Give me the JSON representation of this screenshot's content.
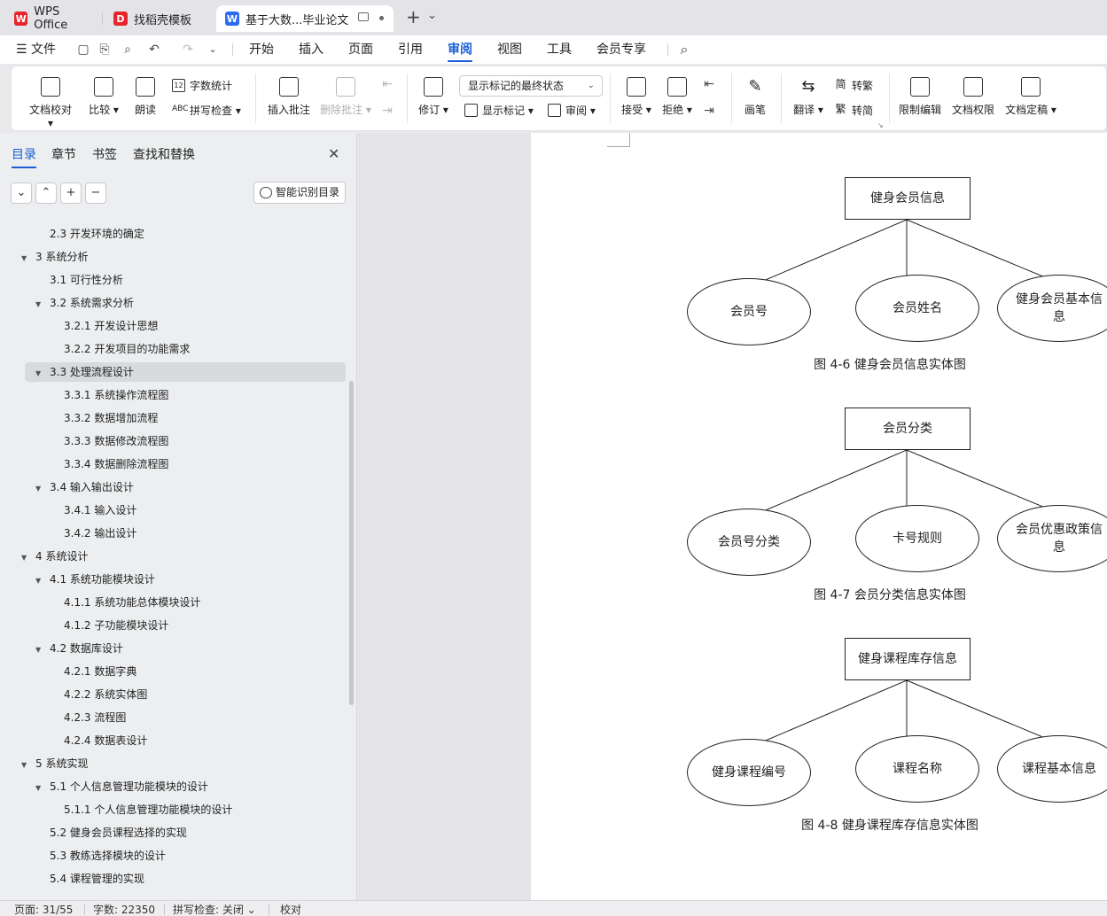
{
  "tabs": [
    {
      "label": "WPS Office",
      "logo": "W",
      "logo_color": "#e8242c"
    },
    {
      "label": "找稻壳模板",
      "logo": "D",
      "logo_color": "#e8242c"
    },
    {
      "label": "基于大数...毕业论文",
      "logo": "W",
      "logo_color": "#2c6cf0"
    }
  ],
  "tab_controls": {
    "new_tab": "+",
    "more": "⌄"
  },
  "menu": {
    "file": "文件",
    "items": [
      "开始",
      "插入",
      "页面",
      "引用",
      "审阅",
      "视图",
      "工具",
      "会员专享"
    ],
    "active": "审阅"
  },
  "ribbon": {
    "doc_check": "文档校对",
    "compare": "比较",
    "read_aloud": "朗读",
    "word_count": "字数统计",
    "spell_check": "拼写检查",
    "insert_comment": "插入批注",
    "delete_comment": "删除批注",
    "revise": "修订",
    "markup_state": "显示标记的最终状态",
    "show_markup": "显示标记",
    "review": "审阅",
    "accept": "接受",
    "reject": "拒绝",
    "pen": "画笔",
    "translate": "翻译",
    "to_traditional": "转繁",
    "to_simplified": "转简",
    "restrict_edit": "限制编辑",
    "doc_permission": "文档权限",
    "doc_finalize": "文档定稿"
  },
  "panel": {
    "tabs": [
      "目录",
      "章节",
      "书签",
      "查找和替换"
    ],
    "smart_toc": "智能识别目录",
    "toc": [
      {
        "label": "2.3 开发环境的确定",
        "level": 2,
        "arrow": ""
      },
      {
        "label": "3  系统分析",
        "level": 1,
        "arrow": "▼"
      },
      {
        "label": "3.1 可行性分析",
        "level": 2,
        "arrow": ""
      },
      {
        "label": "3.2  系统需求分析",
        "level": 2,
        "arrow": "▼"
      },
      {
        "label": "3.2.1  开发设计思想",
        "level": 3,
        "arrow": ""
      },
      {
        "label": "3.2.2  开发项目的功能需求",
        "level": 3,
        "arrow": ""
      },
      {
        "label": "3.3 处理流程设计",
        "level": 2,
        "arrow": "▼"
      },
      {
        "label": "3.3.1 系统操作流程图",
        "level": 3,
        "arrow": ""
      },
      {
        "label": "3.3.2 数据增加流程",
        "level": 3,
        "arrow": ""
      },
      {
        "label": "3.3.3 数据修改流程图",
        "level": 3,
        "arrow": ""
      },
      {
        "label": "3.3.4 数据删除流程图",
        "level": 3,
        "arrow": ""
      },
      {
        "label": "3.4 输入输出设计",
        "level": 2,
        "arrow": "▼"
      },
      {
        "label": "3.4.1 输入设计",
        "level": 3,
        "arrow": ""
      },
      {
        "label": "3.4.2 输出设计",
        "level": 3,
        "arrow": ""
      },
      {
        "label": "4  系统设计",
        "level": 1,
        "arrow": "▼"
      },
      {
        "label": "4.1 系统功能模块设计",
        "level": 2,
        "arrow": "▼"
      },
      {
        "label": "4.1.1 系统功能总体模块设计",
        "level": 3,
        "arrow": ""
      },
      {
        "label": "4.1.2 子功能模块设计",
        "level": 3,
        "arrow": ""
      },
      {
        "label": "4.2 数据库设计",
        "level": 2,
        "arrow": "▼"
      },
      {
        "label": "4.2.1 数据字典",
        "level": 3,
        "arrow": ""
      },
      {
        "label": "4.2.2 系统实体图",
        "level": 3,
        "arrow": ""
      },
      {
        "label": "4.2.3 流程图",
        "level": 3,
        "arrow": ""
      },
      {
        "label": "4.2.4 数据表设计",
        "level": 3,
        "arrow": ""
      },
      {
        "label": "5  系统实现",
        "level": 1,
        "arrow": "▼"
      },
      {
        "label": "5.1 个人信息管理功能模块的设计",
        "level": 2,
        "arrow": "▼"
      },
      {
        "label": "5.1.1 个人信息管理功能模块的设计",
        "level": 3,
        "arrow": ""
      },
      {
        "label": "5.2 健身会员课程选择的实现",
        "level": 2,
        "arrow": ""
      },
      {
        "label": "5.3 教练选择模块的设计",
        "level": 2,
        "arrow": ""
      },
      {
        "label": "5.4 课程管理的实现",
        "level": 2,
        "arrow": ""
      }
    ],
    "highlighted": "3.3 处理流程设计"
  },
  "document": {
    "diagrams": [
      {
        "entity": "健身会员信息",
        "attrs": [
          "会员号",
          "会员姓名",
          "健身会员基本信息"
        ],
        "caption": "图 4-6  健身会员信息实体图"
      },
      {
        "entity": "会员分类",
        "attrs": [
          "会员号分类",
          "卡号规则",
          "会员优惠政策信息"
        ],
        "caption": "图 4-7  会员分类信息实体图"
      },
      {
        "entity": "健身课程库存信息",
        "attrs": [
          "健身课程编号",
          "课程名称",
          "课程基本信息"
        ],
        "caption": "图 4-8 健身课程库存信息实体图"
      }
    ]
  },
  "status": {
    "page": "页面: 31/55",
    "words": "字数: 22350",
    "spell": "拼写检查: 关闭",
    "proof": "校对"
  },
  "colors": {
    "accent": "#1a5fd6"
  }
}
